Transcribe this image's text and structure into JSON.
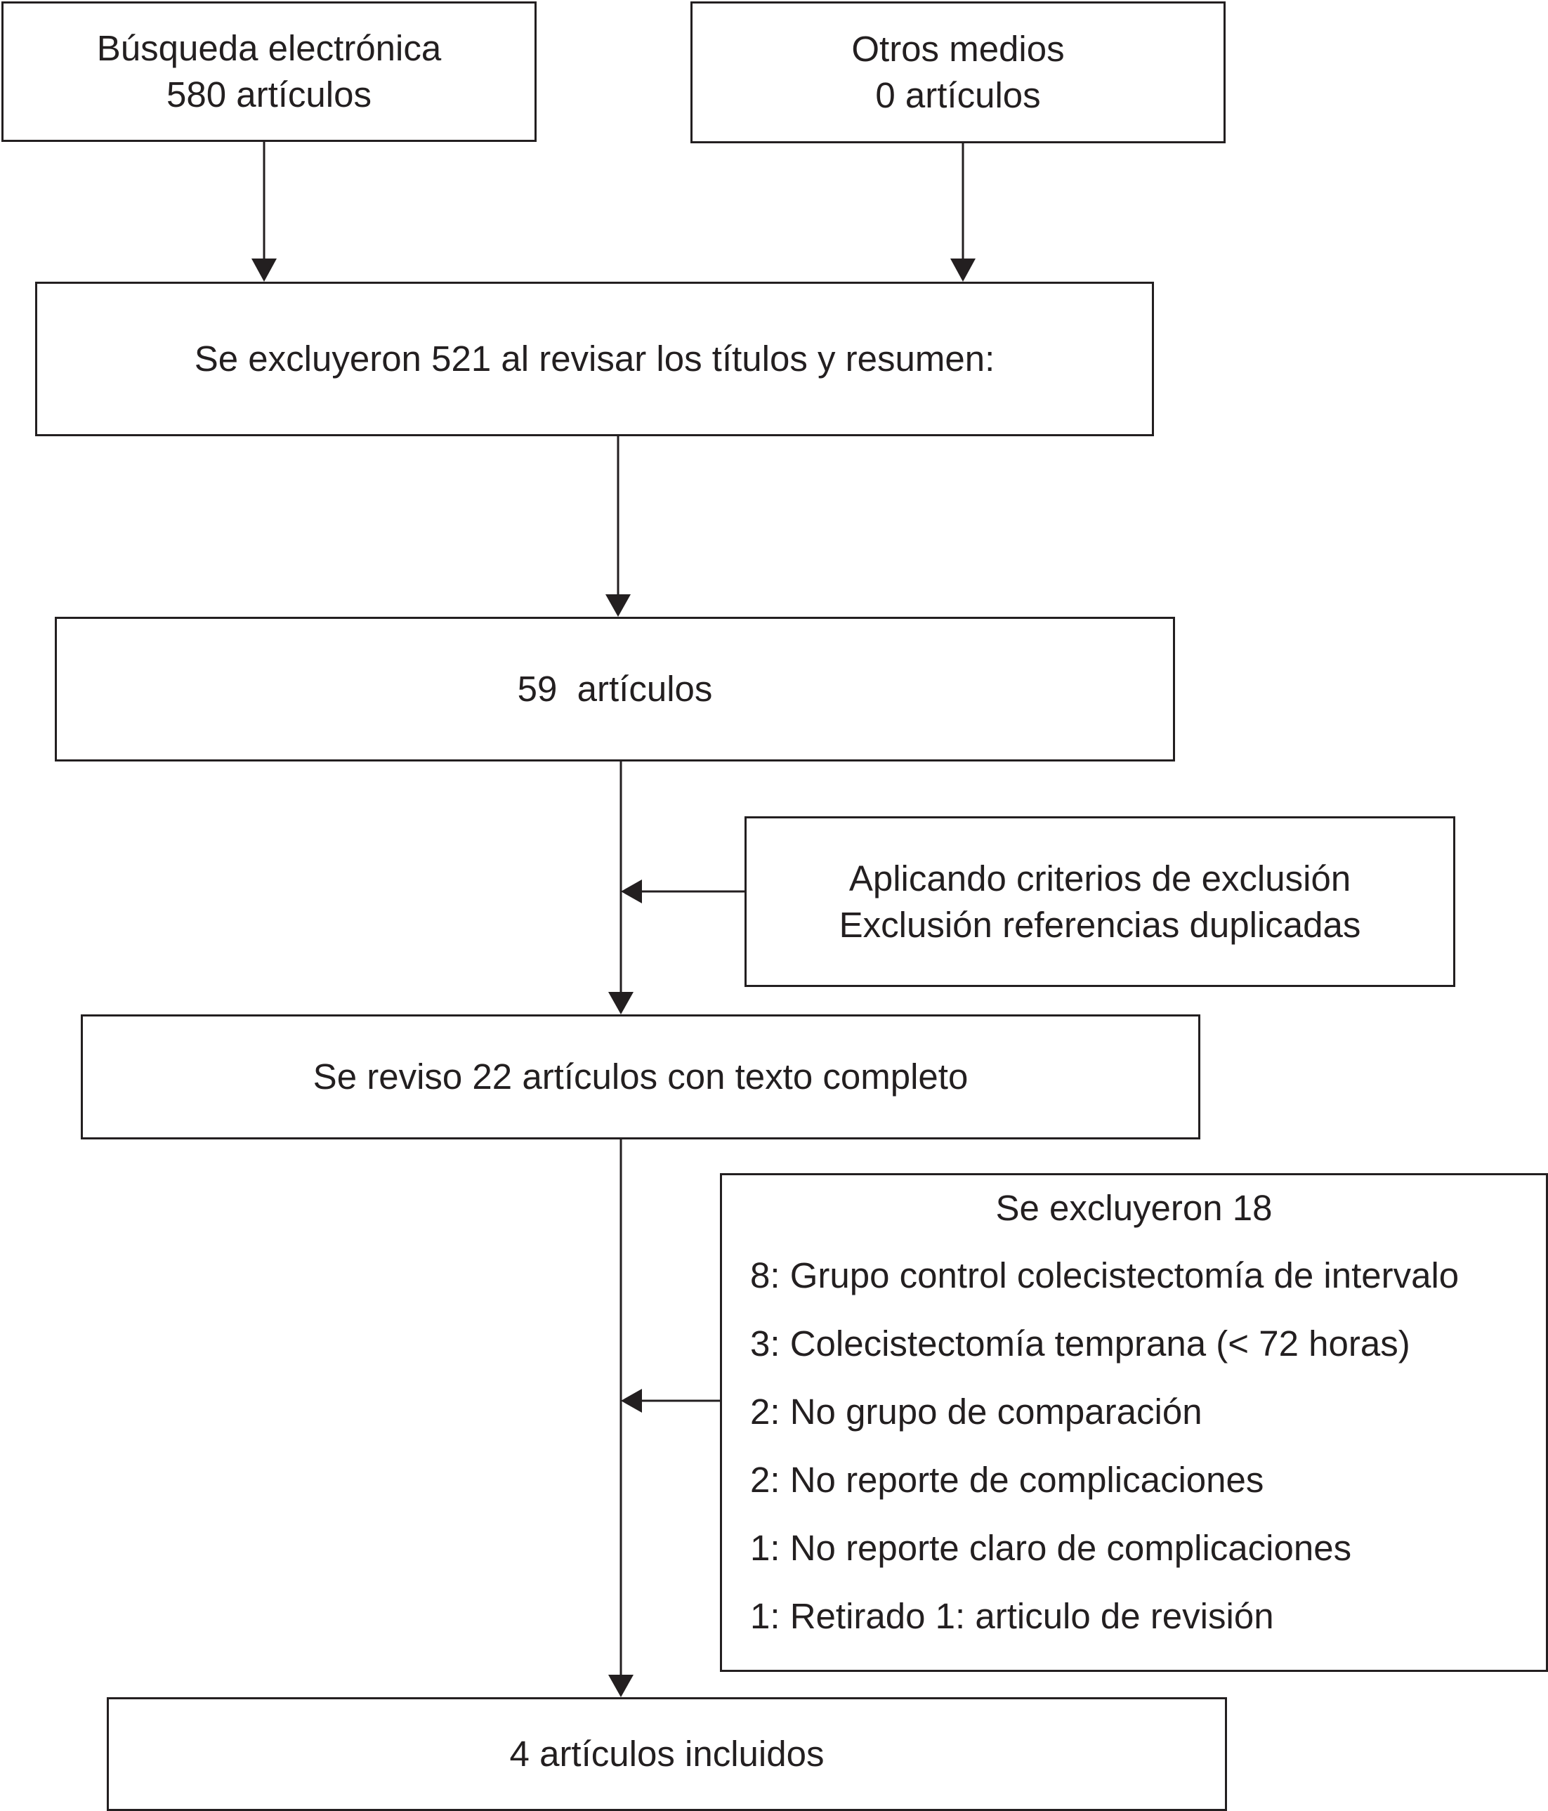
{
  "boxes": {
    "electronic": {
      "line1": "Búsqueda electrónica",
      "line2": "580 artículos"
    },
    "other": {
      "line1": "Otros medios",
      "line2": "0 artículos"
    },
    "excluded_521": {
      "text": "Se excluyeron 521 al revisar los títulos y resumen:"
    },
    "count_59": {
      "text": "59  artículos"
    },
    "criteria": {
      "line1": "Aplicando criterios de exclusión",
      "line2": "Exclusión referencias duplicadas"
    },
    "fulltext": {
      "text": "Se reviso 22 artículos con texto completo"
    },
    "excluded_18": {
      "title": "Se excluyeron 18",
      "items": [
        "8: Grupo control colecistectomía de intervalo",
        "3: Colecistectomía temprana (< 72 horas)",
        "2: No grupo de comparación",
        "2: No reporte de complicaciones",
        "1: No reporte claro de complicaciones",
        "1: Retirado 1: articulo de revisión"
      ]
    },
    "final": {
      "text": "4 artículos incluidos"
    }
  }
}
